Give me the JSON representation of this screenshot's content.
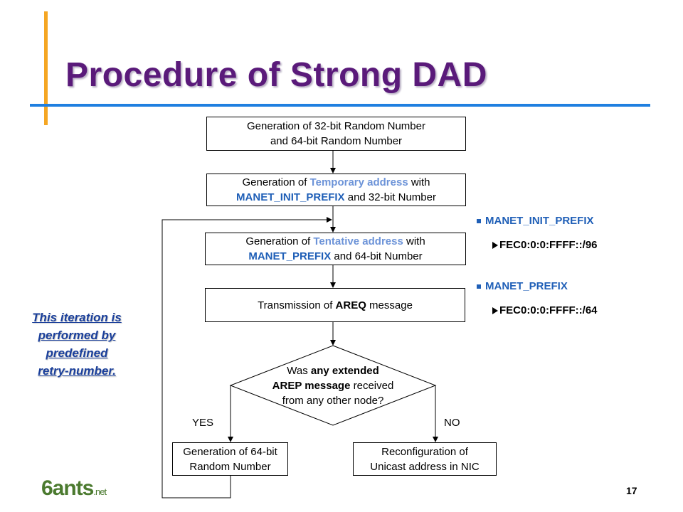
{
  "slide": {
    "title": "Procedure of Strong DAD",
    "page_number": "17",
    "colors": {
      "title": "#5a1a7a",
      "accent_bar": "#f5a623",
      "accent_line": "#1f7fe0",
      "highlight": "#1f5fb7",
      "logo": "#4b7a2f"
    }
  },
  "flow": {
    "step1": {
      "line1": "Generation of 32-bit Random Number",
      "line2": "and 64-bit Random Number"
    },
    "step2": {
      "pre": "Generation of ",
      "hl": "Temporary address",
      "post": " with",
      "hl2": "MANET_INIT_PREFIX",
      "post2": " and 32-bit Number"
    },
    "step3": {
      "pre": "Generation of ",
      "hl": "Tentative address",
      "post": " with",
      "hl2": "MANET_PREFIX",
      "post2": " and  64-bit Number"
    },
    "step4": {
      "pre": "Transmission of ",
      "bold": "AREQ",
      "post": " message"
    },
    "decision": {
      "pre": "Was ",
      "bold1": "any extended",
      "bold2": "AREP message",
      "post": " received",
      "line3": "from any other node?"
    },
    "yes_label": "YES",
    "no_label": "NO",
    "yes_box": {
      "line1": "Generation of 64-bit",
      "line2": "Random Number"
    },
    "no_box": {
      "line1": "Reconfiguration of",
      "line2": "Unicast address in NIC"
    }
  },
  "note": {
    "line1": "This iteration is",
    "line2": "performed by",
    "line3": "predefined",
    "line4": "retry-number."
  },
  "prefixes": [
    {
      "name": "MANET_INIT_PREFIX",
      "value": "FEC0:0:0:FFFF::/96"
    },
    {
      "name": "MANET_PREFIX",
      "value": "FEC0:0:0:FFFF::/64"
    }
  ],
  "logo": {
    "main": "6ants",
    "suffix": ".net"
  }
}
